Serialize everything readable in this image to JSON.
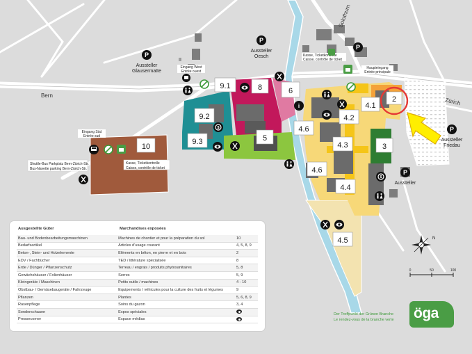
{
  "places": {
    "bern": "Bern",
    "solothurn": "Solothurn",
    "zurich": "Zürich",
    "aussteller_glausermatte": [
      "Aussteller",
      "Glausermatte"
    ],
    "aussteller_oesch": [
      "Aussteller",
      "Oesch"
    ],
    "aussteller_friedau": [
      "Aussteller",
      "Friedau"
    ],
    "aussteller_south": "Aussteller",
    "roman_two": "II"
  },
  "notes": {
    "eingang_west": [
      "Eingang West",
      "Entrée ouest"
    ],
    "eingang_sued": [
      "Eingang Süd",
      "Entrée sud"
    ],
    "kasse_north": [
      "Kasse, Ticketkontrolle",
      "Caisse, contrôle de ticket"
    ],
    "haupteingang": [
      "Haupteingang",
      "Entrée principale"
    ],
    "kasse_south": [
      "Kasse, Ticketkontrolle",
      "Caisse, contrôle de ticket"
    ],
    "shuttle": [
      "Shuttle-Bus Parkplatz Bern-Zürich-Str.",
      "Bus-Navette parking Bern-Zürich-Str."
    ]
  },
  "halls": {
    "h9_1": "9.1",
    "h8": "8",
    "h6": "6",
    "h9_2": "9.2",
    "h9_3": "9.3",
    "h5": "5",
    "h10": "10",
    "h4_6a": "4.6",
    "h4_2": "4.2",
    "h4_1": "4.1",
    "h2": "2",
    "h4_3": "4.3",
    "h3": "3",
    "h4_6b": "4.6",
    "h4_4": "4.4",
    "h4_5": "4.5"
  },
  "scale": {
    "s0": "0",
    "s50": "50",
    "s100": "100"
  },
  "legend": {
    "header_goods": "Ausgestellte Güter",
    "header_goods_fr": "Marchandises exposées",
    "rows": [
      {
        "de": "Bau- und Bodenbearbeitungsmaschinen",
        "fr": "Machines de chantier et pour la préparation du sol",
        "halls": "10"
      },
      {
        "de": "Bedarfsartikel",
        "fr": "Articles d’usage courant",
        "halls": "4, 5, 8, 9"
      },
      {
        "de": "Beton-, Stein- und Holzelemente",
        "fr": "Eléments en béton, en pierre et en bois",
        "halls": "2"
      },
      {
        "de": "EDV / Fachbücher",
        "fr": "TED / littérature spécialisée",
        "halls": "8"
      },
      {
        "de": "Erde / Dünger / Pflanzenschutz",
        "fr": "Terreau / engrais / produits phytosanitaires",
        "halls": "5, 8"
      },
      {
        "de": "Gewächshäuser / Folienhäuser",
        "fr": "Serres",
        "halls": "5, 9"
      },
      {
        "de": "Kleingeräte / Maschinen",
        "fr": "Petits outils / machines",
        "halls": "4 - 10"
      },
      {
        "de": "Obstbau- / Gemüsebaugeräte / Fahrzeuge",
        "fr": "Equipements / véhicules pour la culture des fruits et légumes",
        "halls": "9"
      },
      {
        "de": "Pflanzen",
        "fr": "Plantes",
        "halls": "5, 6, 8, 9"
      },
      {
        "de": "Rasenpflege",
        "fr": "Soins du gazon",
        "halls": "3, 4"
      },
      {
        "de": "Sonderschauen",
        "fr": "Expos spéciales",
        "halls": ""
      },
      {
        "de": "Pressecorner",
        "fr": "Espace médias",
        "halls": ""
      }
    ]
  },
  "brand": {
    "tagline_de": "Der Treffpunkt der Grünen Branche",
    "tagline_fr": "Le rendez-vous de la branche verte",
    "logo": "öga"
  },
  "icons": [
    "parking-icon",
    "restaurant-icon",
    "toilet-icon",
    "info-icon",
    "bus-icon",
    "eye-icon",
    "money-icon",
    "no-entry-icon",
    "shop-icon"
  ],
  "colors": {
    "teal": "#1f8f94",
    "magenta": "#c2185b",
    "olive_green": "#8cc63f",
    "brown": "#a05a3c",
    "dark_green": "#2e7d32",
    "orange": "#f4a23a",
    "yellow": "#f5c518",
    "sand": "#f3e3b0",
    "river": "#a8d8e8",
    "brand_green": "#4a9d45",
    "arrow_yellow": "#ffee00",
    "marker_red": "#e53935"
  }
}
